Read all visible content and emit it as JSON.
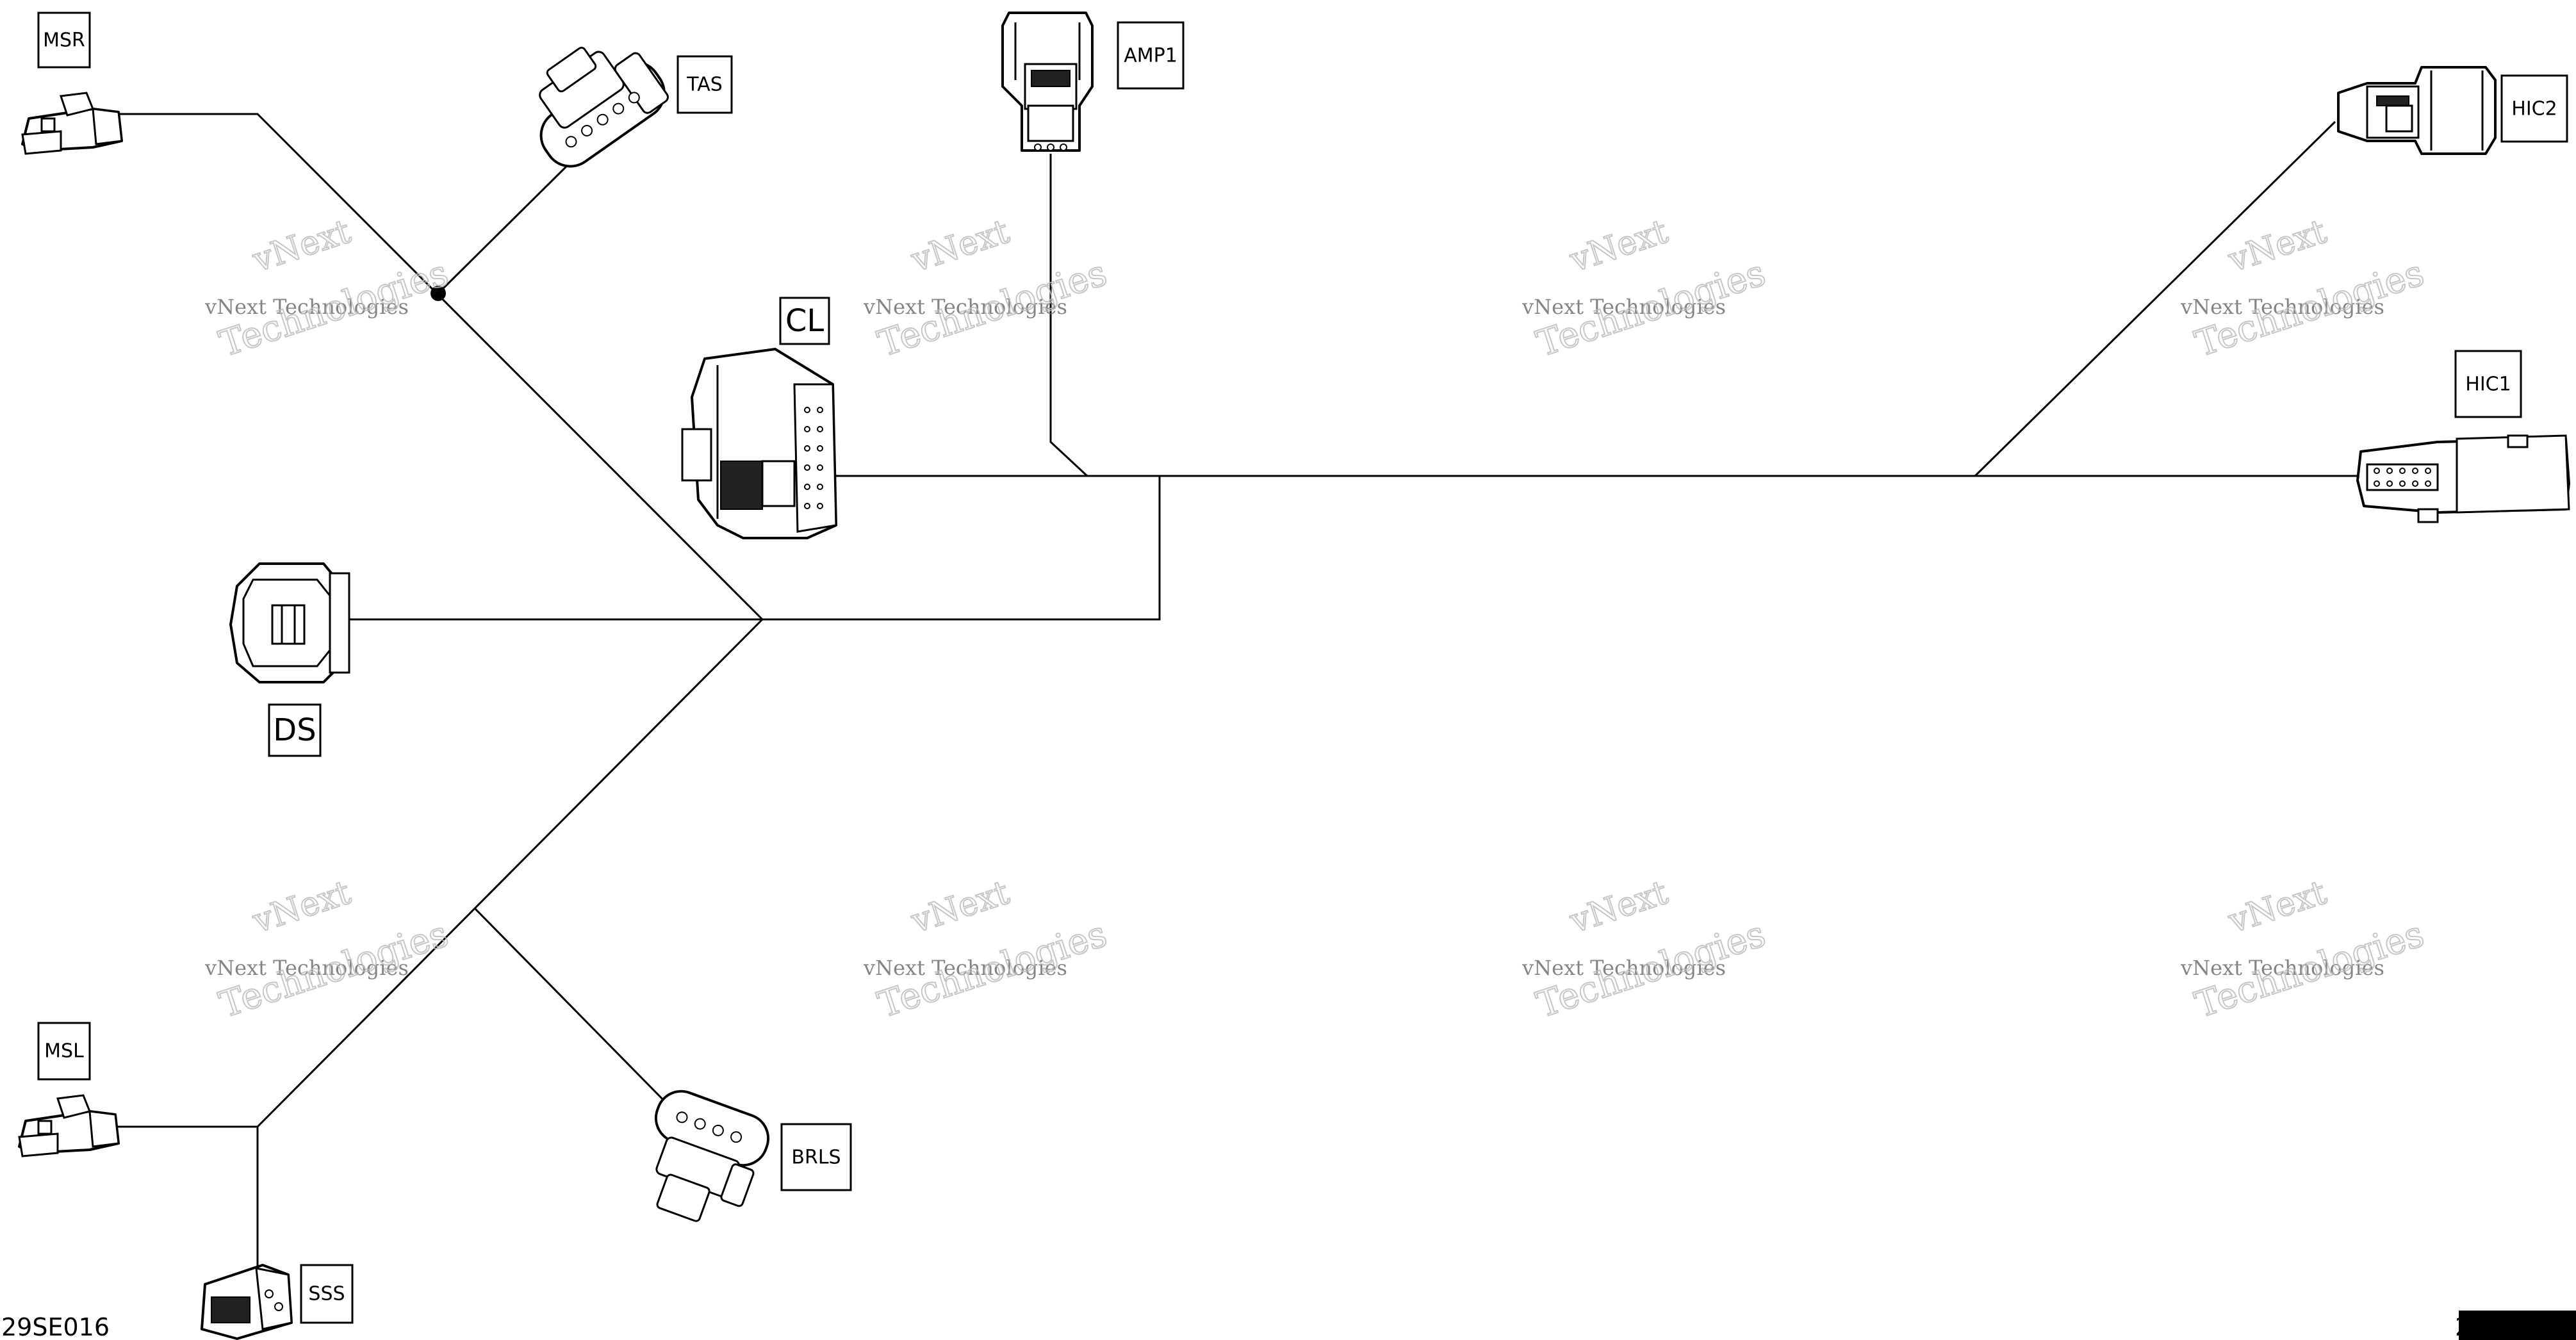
{
  "labels": {
    "msr": "MSR",
    "tas": "TAS",
    "amp1": "AMP1",
    "hic2": "HIC2",
    "hic1": "HIC1",
    "cl": "CL",
    "ds": "DS",
    "msl": "MSL",
    "brls": "BRLS",
    "sss": "SSS"
  },
  "watermark": {
    "line1": "vNext",
    "line2": "vNext Technologies",
    "line3": "Technologies"
  },
  "reference_code": "29SE016",
  "page_number": "2"
}
